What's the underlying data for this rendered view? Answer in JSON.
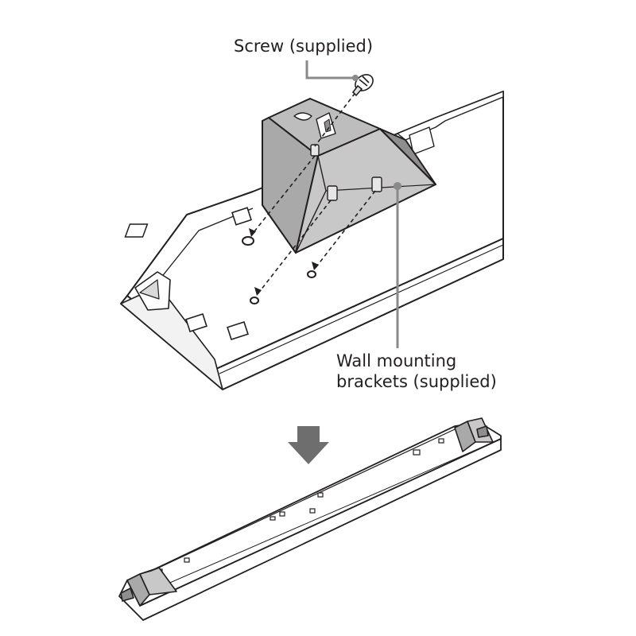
{
  "labels": {
    "screw": "Screw (supplied)",
    "brackets_line1": "Wall mounting",
    "brackets_line2": "brackets (supplied)"
  },
  "colors": {
    "line": "#231f20",
    "bracket_fill": "#c8c8c8",
    "bracket_shade": "#a9a9a9",
    "bracket_dark": "#8e8e8e",
    "callout_leader": "#8a8a8a",
    "arrow": "#6e6e6e",
    "background": "#ffffff"
  },
  "icons": {
    "step_arrow": "down-arrow-icon",
    "screw": "screw-icon"
  }
}
